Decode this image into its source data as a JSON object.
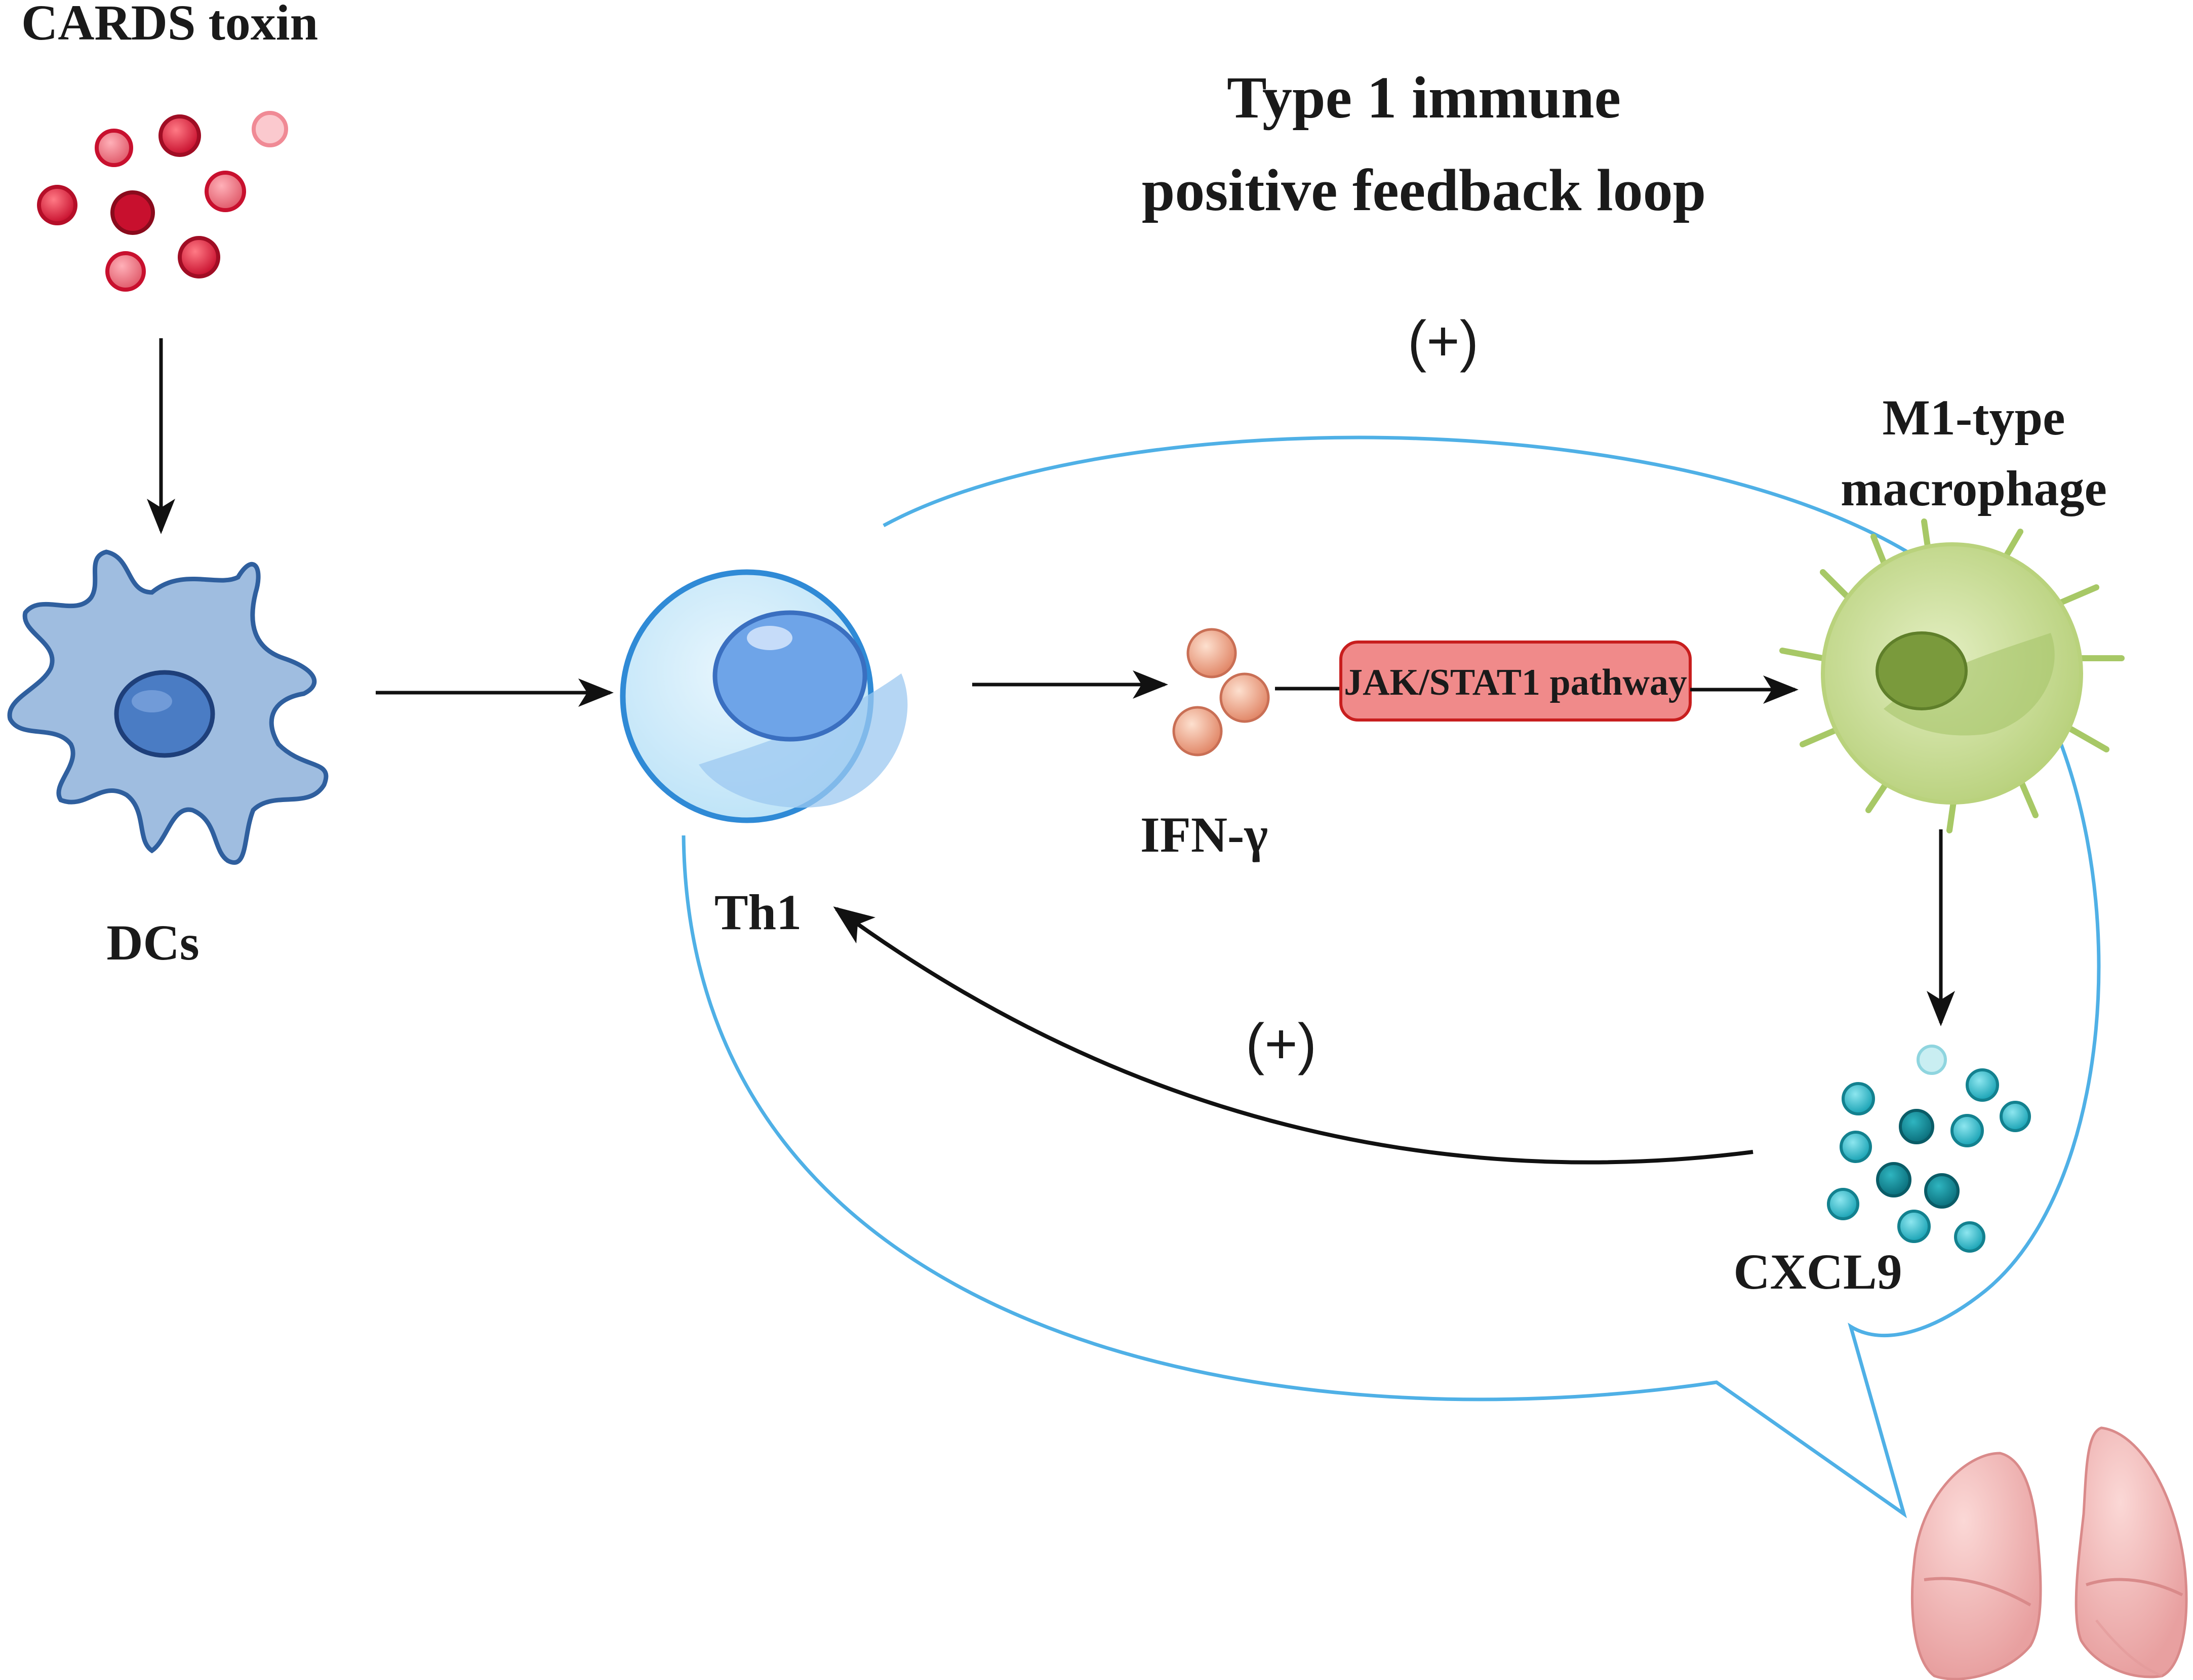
{
  "title": {
    "line1": "Type 1 immune",
    "line2": "positive feedback loop"
  },
  "labels": {
    "cards_toxin": "CARDS toxin",
    "dcs": "DCs",
    "th1": "Th1",
    "ifn_gamma": "IFN-γ",
    "pathway": "JAK/STAT1 pathway",
    "macrophage_line1": "M1-type",
    "macrophage_line2": "macrophage",
    "cxcl9": "CXCL9",
    "plus_top": "(+)",
    "plus_bottom": "(+)"
  },
  "colors": {
    "toxin": "#c8102e",
    "loop_outline": "#4fb0e6",
    "pathway_fill": "#f08a8a",
    "pathway_border": "#c81e1e",
    "cxcl9": "#1aa3b5",
    "macrophage": "#c9dd9a",
    "th1_cell": "#bfe4f8",
    "dc_cell": "#9fbde0",
    "lungs": "#f2b3b3"
  },
  "icons": [
    "toxin-particles",
    "dendritic-cell",
    "th1-cell",
    "ifn-gamma-molecules",
    "m1-macrophage",
    "cxcl9-particles",
    "lungs"
  ]
}
